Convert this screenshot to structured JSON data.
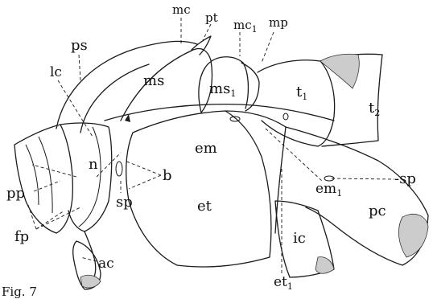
{
  "figure_label": "Fig. 7",
  "labels": {
    "ps": "ps",
    "mc": "mc",
    "pt": "pt",
    "mc1_base": "mc",
    "mc1_sub": "1",
    "mp": "mp",
    "lc": "lc",
    "ms": "ms",
    "ms1_base": "ms",
    "ms1_sub": "1",
    "t1_base": "t",
    "t1_sub": "1",
    "t2_base": "t",
    "t2_sub": "2",
    "sp_right": "-sp",
    "n": "n",
    "b": "b",
    "em": "em",
    "em1_base": "em",
    "em1_sub": "1",
    "sp_left": "sp",
    "pp": "pp",
    "et": "et",
    "pc": "pc",
    "ic": "ic",
    "fp": "fp",
    "ac": "ac",
    "et1_base": "et",
    "et1_sub": "1"
  }
}
